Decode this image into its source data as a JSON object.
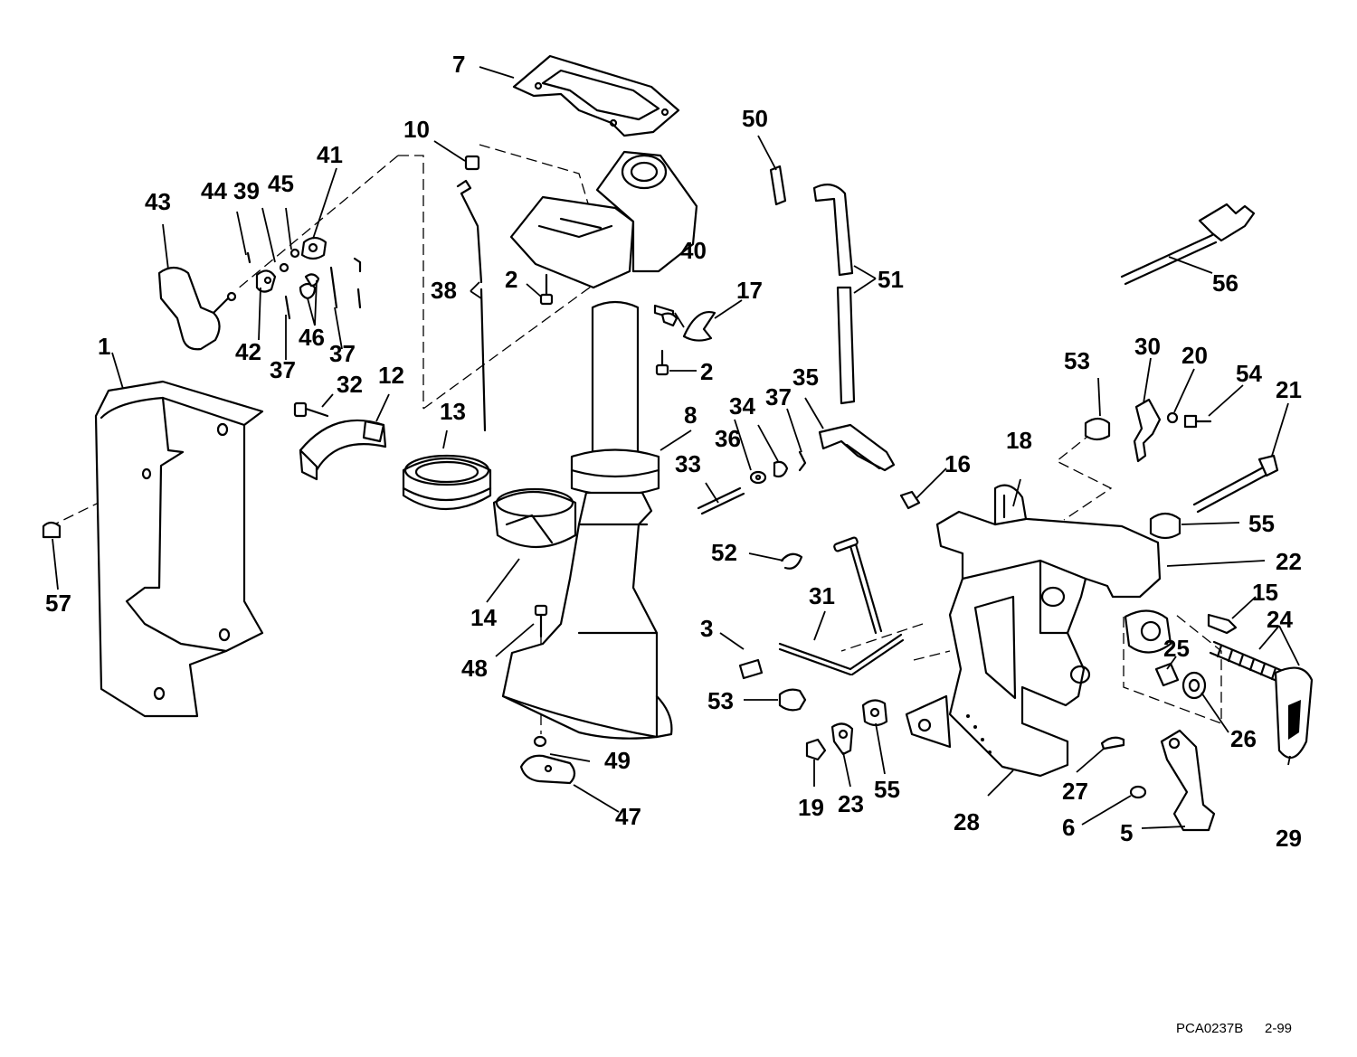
{
  "diagram": {
    "callouts": [
      "1",
      "2",
      "2",
      "3",
      "5",
      "6",
      "7",
      "8",
      "10",
      "12",
      "13",
      "14",
      "15",
      "16",
      "17",
      "18",
      "19",
      "20",
      "21",
      "22",
      "23",
      "24",
      "25",
      "26",
      "27",
      "28",
      "29",
      "30",
      "31",
      "32",
      "33",
      "34",
      "35",
      "36",
      "37",
      "37",
      "37",
      "38",
      "39",
      "40",
      "41",
      "42",
      "43",
      "44",
      "45",
      "46",
      "47",
      "48",
      "49",
      "50",
      "51",
      "52",
      "53",
      "53",
      "54",
      "55",
      "55",
      "56",
      "57"
    ],
    "drawing_code": "PCA0237B",
    "revision": "2-99"
  }
}
